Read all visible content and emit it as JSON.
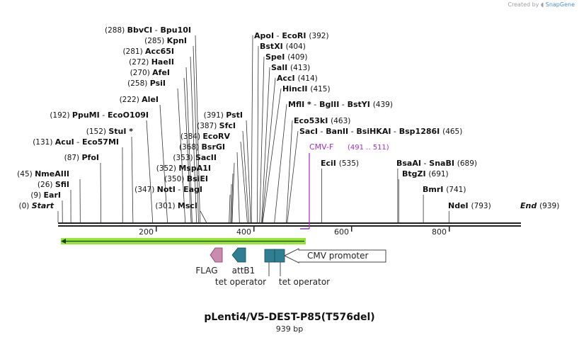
{
  "credit": {
    "prefix": "Created by",
    "brand": "SnapGene"
  },
  "title": "pLenti4/V5-DEST-P85(T576del)",
  "subtitle": "939 bp",
  "scale": {
    "ticks": [
      "200",
      "400",
      "600",
      "800"
    ]
  },
  "colors": {
    "primer": "#9b30c8",
    "arrow": "#94e632",
    "flag": "#cc8ab0",
    "teal": "#2e7f94",
    "line": "#222222"
  },
  "sites_left": [
    {
      "num": "(288)",
      "name": "BbvCI",
      "sep": "-",
      "name2": "Bpu10I",
      "pos": 288
    },
    {
      "num": "(285)",
      "name": "KpnI",
      "pos": 285
    },
    {
      "num": "(281)",
      "name": "Acc65I",
      "pos": 281
    },
    {
      "num": "(272)",
      "name": "HaeII",
      "pos": 272
    },
    {
      "num": "(270)",
      "name": "AfeI",
      "pos": 270
    },
    {
      "num": "(258)",
      "name": "PsiI",
      "pos": 258
    },
    {
      "num": "(222)",
      "name": "AleI",
      "pos": 222
    },
    {
      "num": "(192)",
      "name": "PpuMI",
      "sep": "-",
      "name2": "EcoO109I",
      "pos": 192
    },
    {
      "num": "(152)",
      "name": "StuI *",
      "pos": 152
    },
    {
      "num": "(131)",
      "name": "AcuI",
      "sep": "-",
      "name2": "Eco57MI",
      "pos": 131
    },
    {
      "num": "(87)",
      "name": "PfoI",
      "pos": 87
    },
    {
      "num": "(45)",
      "name": "NmeAIII",
      "pos": 45
    },
    {
      "num": "(26)",
      "name": "SfiI",
      "pos": 26
    },
    {
      "num": "(9)",
      "name": "EarI",
      "pos": 9
    },
    {
      "num": "(0)",
      "name": "Start",
      "pos": 0,
      "italic": true
    }
  ],
  "sites_mid": [
    {
      "num": "(391)",
      "name": "PstI",
      "pos": 391
    },
    {
      "num": "(387)",
      "name": "SfcI",
      "pos": 387
    },
    {
      "num": "(384)",
      "name": "EcoRV",
      "pos": 384
    },
    {
      "num": "(368)",
      "name": "BsrGI",
      "pos": 368
    },
    {
      "num": "(353)",
      "name": "SacII",
      "pos": 353
    },
    {
      "num": "(352)",
      "name": "MspA1I",
      "pos": 352
    },
    {
      "num": "(350)",
      "name": "BsiEI",
      "pos": 350
    },
    {
      "num": "(347)",
      "name": "NotI",
      "sep": "-",
      "name2": "EagI",
      "pos": 347
    },
    {
      "num": "(301)",
      "name": "MscI",
      "pos": 301
    }
  ],
  "sites_right": [
    {
      "name": "ApoI",
      "sep": "-",
      "name2": "EcoRI",
      "num": "(392)",
      "pos": 392
    },
    {
      "name": "BstXI",
      "num": "(404)",
      "pos": 404
    },
    {
      "name": "SpeI",
      "num": "(409)",
      "pos": 409
    },
    {
      "name": "SalI",
      "num": "(413)",
      "pos": 413
    },
    {
      "name": "AccI",
      "num": "(414)",
      "pos": 414
    },
    {
      "name": "HincII",
      "num": "(415)",
      "pos": 415
    },
    {
      "name": "MflI *",
      "sep": "-",
      "name2": "BglII",
      "sep2": "-",
      "name3": "BstYI",
      "num": "(439)",
      "pos": 439
    },
    {
      "name": "Eco53kI",
      "num": "(463)",
      "pos": 463
    },
    {
      "name": "SacI",
      "sep": "-",
      "name2": "BanII",
      "sep2": "-",
      "name3": "BsiHKAI",
      "sep3": "-",
      "name4": "Bsp1286I",
      "num": "(465)",
      "pos": 465
    }
  ],
  "sites_far": [
    {
      "name": "EciI",
      "num": "(535)",
      "pos": 535
    },
    {
      "name": "BsaAI",
      "sep": "-",
      "name2": "SnaBI",
      "num": "(689)",
      "pos": 689
    },
    {
      "name": "BtgZI",
      "num": "(691)",
      "pos": 691
    },
    {
      "name": "BmrI",
      "num": "(741)",
      "pos": 741
    },
    {
      "name": "NdeI",
      "num": "(793)",
      "pos": 793
    },
    {
      "name": "End",
      "num": "(939)",
      "pos": 939,
      "italic": true
    }
  ],
  "primer": {
    "name": "CMV-F",
    "range": "(491 .. 511)",
    "start": 491,
    "end": 511
  },
  "features": [
    {
      "label": "FLAG",
      "color": "#cc8ab0",
      "row": "top"
    },
    {
      "label": "attB1",
      "color": "#2e7f94",
      "row": "top"
    },
    {
      "label": "tet operator",
      "color": "#2e7f94",
      "row": "bottom"
    },
    {
      "label": "tet operator",
      "color": "#2e7f94",
      "row": "bottom"
    },
    {
      "label": "CMV promoter",
      "color": "#ffffff",
      "row": "inside"
    }
  ]
}
